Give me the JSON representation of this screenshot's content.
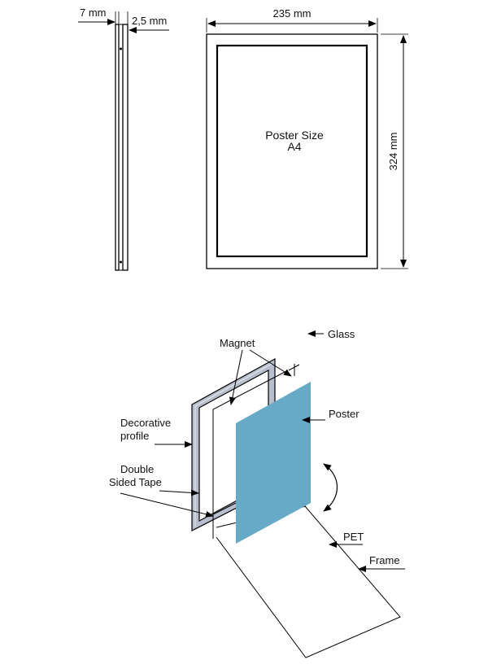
{
  "top": {
    "side_depth_label": "7 mm",
    "side_profile_label": "2,5 mm",
    "width_label": "235 mm",
    "height_label": "324 mm",
    "poster_size_line1": "Poster Size",
    "poster_size_line2": "A4"
  },
  "exploded": {
    "glass_label": "Glass",
    "magnet_label": "Magnet",
    "poster_label": "Poster",
    "decorative_line1": "Decorative",
    "decorative_line2": "profile",
    "tape_line1": "Double",
    "tape_line2": "Sided Tape",
    "pet_label": "PET",
    "frame_label": "Frame"
  },
  "colors": {
    "poster_fill": "#66aac8",
    "profile_fill": "#b8bfcc"
  }
}
